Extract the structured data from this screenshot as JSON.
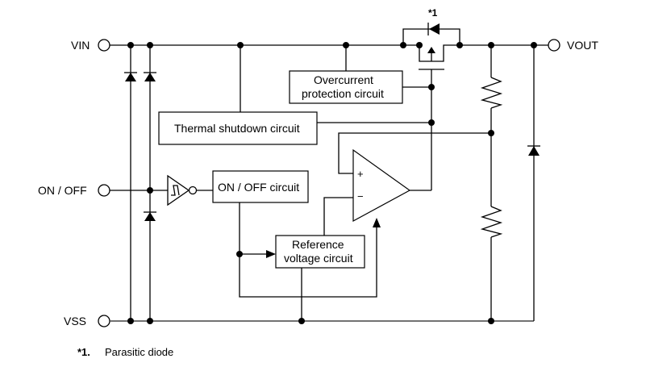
{
  "diagram": {
    "type": "block-diagram",
    "terminals": {
      "vin": "VIN",
      "vout": "VOUT",
      "onoff": "ON / OFF",
      "vss": "VSS"
    },
    "blocks": {
      "overcurrent": [
        "Overcurrent",
        "protection circuit"
      ],
      "thermal": "Thermal shutdown circuit",
      "onoff_circuit": "ON / OFF circuit",
      "reference": [
        "Reference",
        "voltage circuit"
      ]
    },
    "opamp": {
      "plus": "+",
      "minus": "−"
    },
    "markers": {
      "parasitic_marker": "*1"
    },
    "footnote": {
      "marker": "*1.",
      "text": "Parasitic diode"
    }
  }
}
